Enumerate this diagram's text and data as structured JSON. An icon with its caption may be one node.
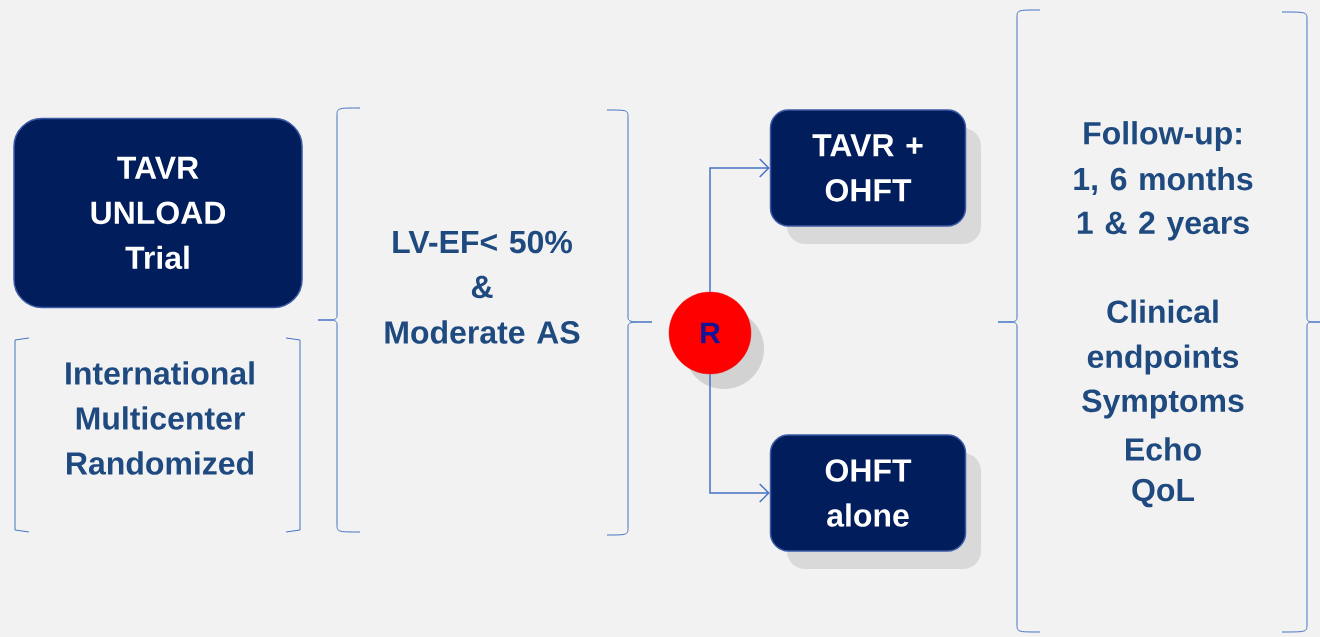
{
  "diagram": {
    "nodes": [
      {
        "text": [
          "TAVR UNLOAD Trial"
        ]
      },
      {
        "text": [
          "R"
        ]
      },
      {
        "text": [
          "TAVR + OHFT"
        ]
      },
      {
        "text": [
          "OHFT alone"
        ]
      }
    ],
    "edges": [
      {
        "from": 1,
        "to": 2,
        "arrow": "to"
      },
      {
        "from": 1,
        "to": 3,
        "arrow": "to"
      }
    ],
    "labels": [
      "International Multicenter Randomized",
      "LV-EF< 50%",
      "&",
      "Moderate AS",
      "Follow-up:",
      "1, 6 months",
      "1 & 2 years",
      "Clinical endpoints",
      "Symptoms",
      "Echo",
      "QoL"
    ]
  }
}
